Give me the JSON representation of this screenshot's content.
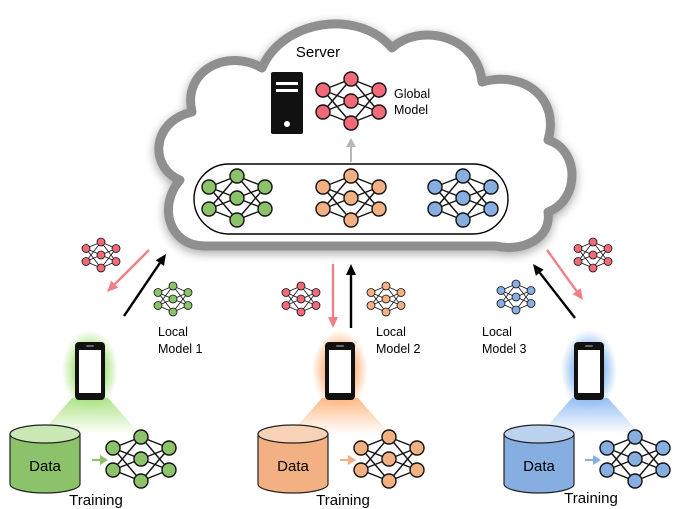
{
  "server": {
    "title": "Server",
    "global_model_line1": "Global",
    "global_model_line2": "Model"
  },
  "clients": [
    {
      "model_line1": "Local",
      "model_line2": "Model 1",
      "data_label": "Data",
      "training_label": "Training",
      "color": "#8cc36a",
      "light_color": "#c9e8b4",
      "glow_color": "#a9e27f"
    },
    {
      "model_line1": "Local",
      "model_line2": "Model 2",
      "data_label": "Data",
      "training_label": "Training",
      "color": "#f3b083",
      "light_color": "#f9d3b8",
      "glow_color": "#ffb680"
    },
    {
      "model_line1": "Local",
      "model_line2": "Model 3",
      "data_label": "Data",
      "training_label": "Training",
      "color": "#86aee0",
      "light_color": "#bcd3ef",
      "glow_color": "#8fbcf2"
    }
  ],
  "colors": {
    "global": "#f06a7a",
    "downlink_arrow": "#f08088",
    "uplink_arrow": "#000000",
    "aggregate_arrow": "#b8b8b8",
    "cloud_outline": "#8f8f8f"
  },
  "icons": {
    "server": "server-tower-icon",
    "phone": "smartphone-icon",
    "data": "database-cylinder-icon",
    "model": "neural-network-icon"
  }
}
